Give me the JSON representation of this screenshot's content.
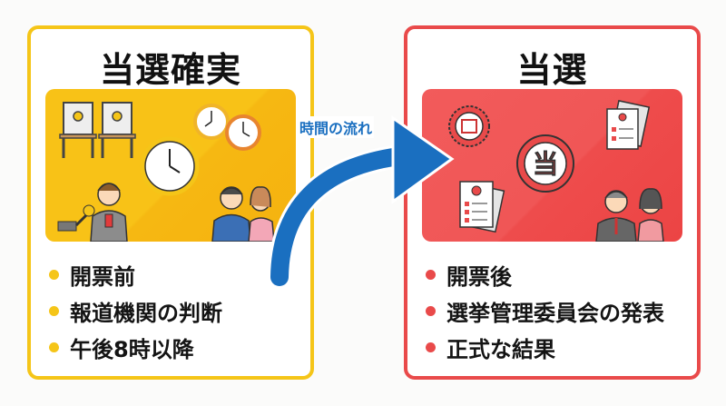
{
  "left_panel": {
    "title": "当選確実",
    "accent_color": "#f5c518",
    "illustration": [
      "voting-booth-icon",
      "voting-booth-icon",
      "clock-icon",
      "clock-icon",
      "clock-icon",
      "reporter-microphone-icon",
      "news-anchors-icon"
    ],
    "bullets": [
      "開票前",
      "報道機関の判断",
      "午後8時以降"
    ]
  },
  "right_panel": {
    "title": "当選",
    "accent_color": "#e94a4a",
    "illustration": [
      "seal-icon",
      "tou-stamp-icon",
      "document-icon",
      "document-icon",
      "officials-icon"
    ],
    "stamp_char": "当",
    "bullets": [
      "開票後",
      "選挙管理委員会の発表",
      "正式な結果"
    ]
  },
  "arrow": {
    "label": "時間の流れ",
    "color": "#1a6fc0"
  }
}
